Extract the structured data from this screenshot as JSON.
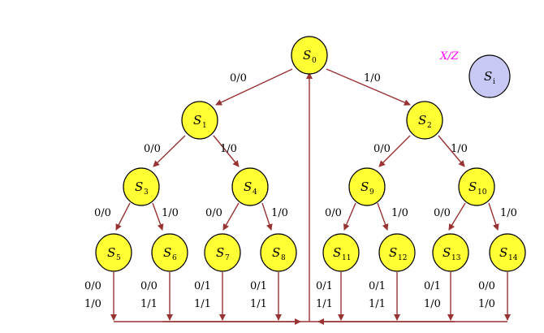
{
  "legend": {
    "text": "X/Z",
    "state": {
      "main": "S",
      "sub": "i"
    }
  },
  "colors": {
    "state_fill": "#ffff33",
    "legend_fill": "#c8c8f5",
    "edge": "#993333",
    "legend_text": "#ff00ff"
  },
  "states": [
    {
      "id": "s0",
      "main": "S",
      "sub": "0"
    },
    {
      "id": "s1",
      "main": "S",
      "sub": "1"
    },
    {
      "id": "s2",
      "main": "S",
      "sub": "2"
    },
    {
      "id": "s3",
      "main": "S",
      "sub": "3"
    },
    {
      "id": "s4",
      "main": "S",
      "sub": "4"
    },
    {
      "id": "s9",
      "main": "S",
      "sub": "9"
    },
    {
      "id": "s10",
      "main": "S",
      "sub": "10"
    },
    {
      "id": "s5",
      "main": "S",
      "sub": "5"
    },
    {
      "id": "s6",
      "main": "S",
      "sub": "6"
    },
    {
      "id": "s7",
      "main": "S",
      "sub": "7"
    },
    {
      "id": "s8",
      "main": "S",
      "sub": "8"
    },
    {
      "id": "s11",
      "main": "S",
      "sub": "11"
    },
    {
      "id": "s12",
      "main": "S",
      "sub": "12"
    },
    {
      "id": "s13",
      "main": "S",
      "sub": "13"
    },
    {
      "id": "s14",
      "main": "S",
      "sub": "14"
    }
  ],
  "transitions": {
    "s0_s1": "0/0",
    "s0_s2": "1/0",
    "s1_s3": "0/0",
    "s1_s4": "1/0",
    "s2_s9": "0/0",
    "s2_s10": "1/0",
    "s3_s5": "0/0",
    "s3_s6": "1/0",
    "s4_s7": "0/0",
    "s4_s8": "1/0",
    "s9_s11": "0/0",
    "s9_s12": "1/0",
    "s10_s13": "0/0",
    "s10_s14": "1/0"
  },
  "leaf_labels": [
    {
      "top": "0/0",
      "bottom": "1/0"
    },
    {
      "top": "0/0",
      "bottom": "1/1"
    },
    {
      "top": "0/1",
      "bottom": "1/1"
    },
    {
      "top": "0/1",
      "bottom": "1/1"
    },
    {
      "top": "0/1",
      "bottom": "1/1"
    },
    {
      "top": "0/1",
      "bottom": "1/1"
    },
    {
      "top": "0/1",
      "bottom": "1/0"
    },
    {
      "top": "0/0",
      "bottom": "1/0"
    }
  ]
}
